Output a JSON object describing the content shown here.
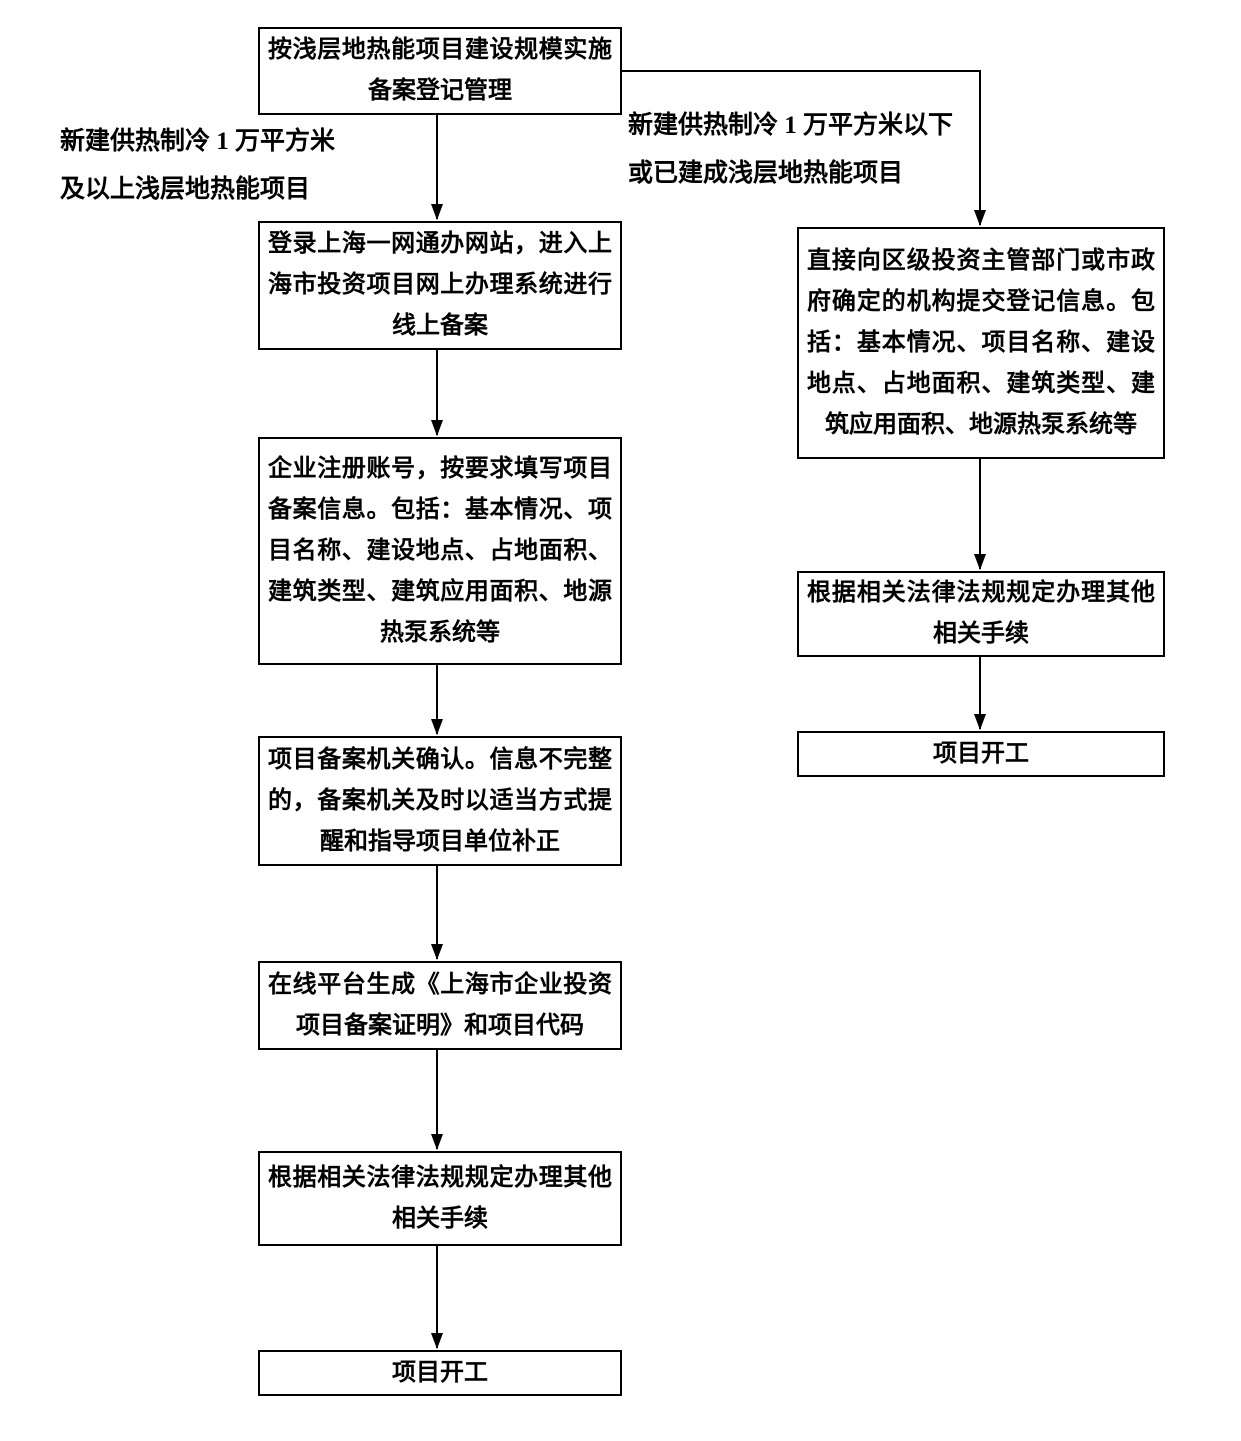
{
  "diagram": {
    "root": "按浅层地热能项目建设规模实施备案登记管理",
    "branches": {
      "left_label": "新建供热制冷 1 万平方米\n及以上浅层地热能项目",
      "right_label": "新建供热制冷 1 万平方米以下\n或已建成浅层地热能项目"
    },
    "left_steps": [
      {
        "text": "登录上海一网通办网站，进入上海市投资项目网上办理系统进行线上备案"
      },
      {
        "text": "企业注册账号，按要求填写项目备案信息。包括：基本情况、项目名称、建设地点、占地面积、建筑类型、建筑应用面积、地源热泵系统等"
      },
      {
        "text": "项目备案机关确认。信息不完整的，备案机关及时以适当方式提醒和指导项目单位补正"
      },
      {
        "text": "在线平台生成《上海市企业投资项目备案证明》和项目代码"
      },
      {
        "text": "根据相关法律法规规定办理其他相关手续"
      },
      {
        "text": "项目开工"
      }
    ],
    "right_steps": [
      {
        "text": "直接向区级投资主管部门或市政府确定的机构提交登记信息。包括：基本情况、项目名称、建设地点、占地面积、建筑类型、建筑应用面积、地源热泵系统等"
      },
      {
        "text": "根据相关法律法规规定办理其他相关手续"
      },
      {
        "text": "项目开工"
      }
    ],
    "colors": {
      "ink": "#000000",
      "background": "#ffffff"
    }
  }
}
